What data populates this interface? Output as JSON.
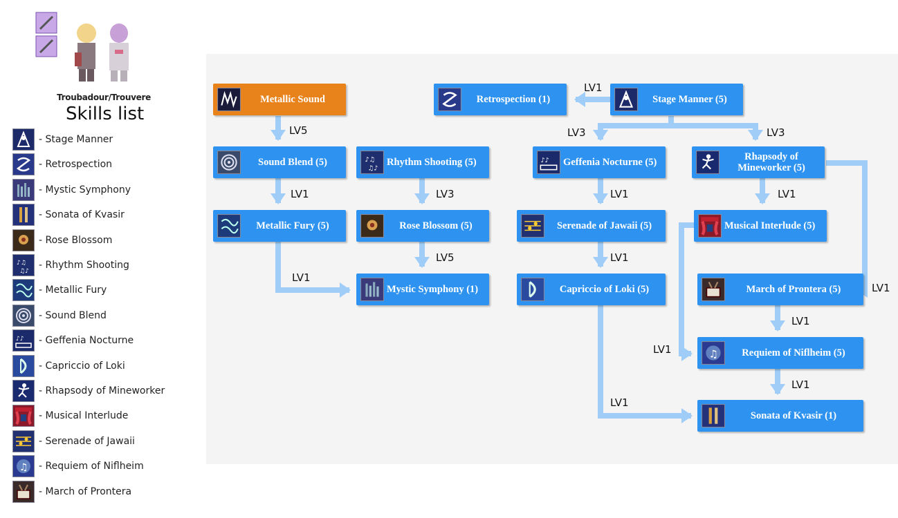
{
  "header": {
    "class_name": "Troubadour/Trouvere",
    "list_title": "Skills list"
  },
  "legend": [
    {
      "label": "- Stage Manner",
      "icon": "stage-manner-icon"
    },
    {
      "label": "- Retrospection",
      "icon": "retrospection-icon"
    },
    {
      "label": "- Mystic Symphony",
      "icon": "mystic-symphony-icon"
    },
    {
      "label": "- Sonata of Kvasir",
      "icon": "sonata-of-kvasir-icon"
    },
    {
      "label": "- Rose Blossom",
      "icon": "rose-blossom-icon"
    },
    {
      "label": "- Rhythm Shooting",
      "icon": "rhythm-shooting-icon"
    },
    {
      "label": "- Metallic Fury",
      "icon": "metallic-fury-icon"
    },
    {
      "label": "- Sound Blend",
      "icon": "sound-blend-icon"
    },
    {
      "label": "- Geffenia Nocturne",
      "icon": "geffenia-nocturne-icon"
    },
    {
      "label": "- Capriccio of Loki",
      "icon": "capriccio-of-loki-icon"
    },
    {
      "label": "- Rhapsody of Mineworker",
      "icon": "rhapsody-of-mineworker-icon"
    },
    {
      "label": "- Musical Interlude",
      "icon": "musical-interlude-icon"
    },
    {
      "label": "- Serenade of Jawaii",
      "icon": "serenade-of-jawaii-icon"
    },
    {
      "label": "- Requiem of Niflheim",
      "icon": "requiem-of-niflheim-icon"
    },
    {
      "label": "- March of Prontera",
      "icon": "march-of-prontera-icon"
    }
  ],
  "tree": {
    "nodes": {
      "metallic_sound": "Metallic Sound",
      "sound_blend": "Sound Blend (5)",
      "rhythm_shooting": "Rhythm Shooting (5)",
      "metallic_fury": "Metallic Fury (5)",
      "rose_blossom": "Rose Blossom (5)",
      "mystic_symphony": "Mystic Symphony (1)",
      "retrospection": "Retrospection (1)",
      "stage_manner": "Stage Manner (5)",
      "geffenia_nocturne": "Geffenia Nocturne (5)",
      "rhapsody_mineworker": "Rhapsody of Mineworker (5)",
      "serenade_jawaii": "Serenade of Jawaii (5)",
      "musical_interlude": "Musical Interlude (5)",
      "capriccio_loki": "Capriccio of Loki (5)",
      "march_prontera": "March of Prontera (5)",
      "requiem_niflheim": "Requiem of Niflheim (5)",
      "sonata_kvasir": "Sonata of Kvasir (1)"
    },
    "levels": {
      "ms_to_sb": "LV5",
      "sb_to_mf": "LV1",
      "rs_to_rb": "LV3",
      "rb_to_mys": "LV5",
      "mf_to_mys": "LV1",
      "sm_to_retro": "LV1",
      "sm_to_gn": "LV3",
      "sm_to_rm": "LV3",
      "gn_to_sj": "LV1",
      "rm_to_mi": "LV1",
      "sj_to_cl": "LV1",
      "rm_to_mp": "LV1",
      "mp_to_rn": "LV1",
      "mi_to_rn": "LV1",
      "rn_to_sk": "LV1",
      "cl_to_sk": "LV1"
    }
  },
  "colors": {
    "node": "#2e93f0",
    "root_node": "#e8821a",
    "connector": "#9fcdf7",
    "panel": "#f4f4f4"
  }
}
